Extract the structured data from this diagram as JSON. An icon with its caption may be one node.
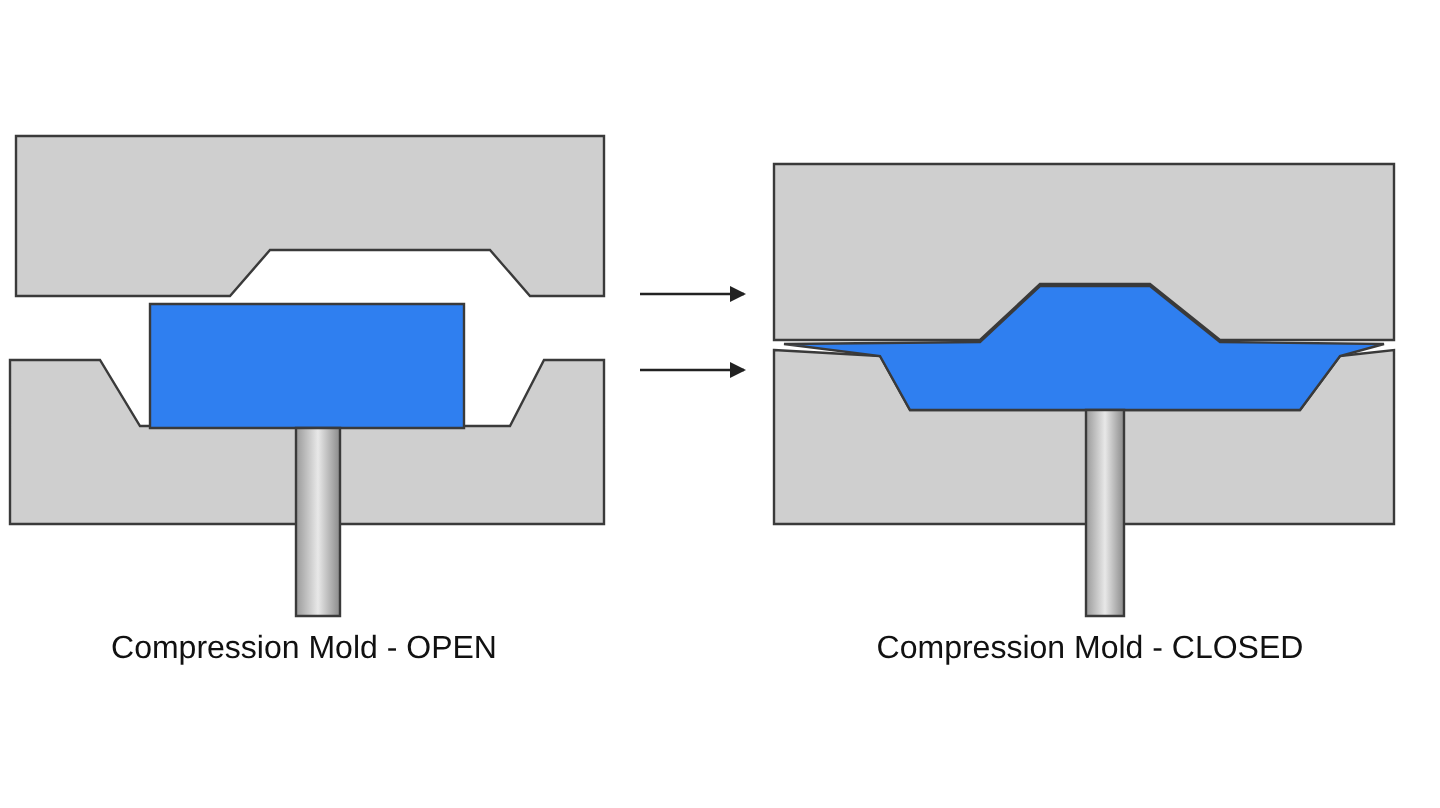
{
  "diagram": {
    "nodes": [
      {
        "text": [
          "Compression Mold - OPEN"
        ]
      },
      {
        "text": [
          "Compression Mold - CLOSED"
        ]
      }
    ],
    "edges": [
      {
        "from": 0,
        "to": 1,
        "arrow": "to"
      },
      {
        "from": 0,
        "to": 1,
        "arrow": "to"
      }
    ]
  }
}
